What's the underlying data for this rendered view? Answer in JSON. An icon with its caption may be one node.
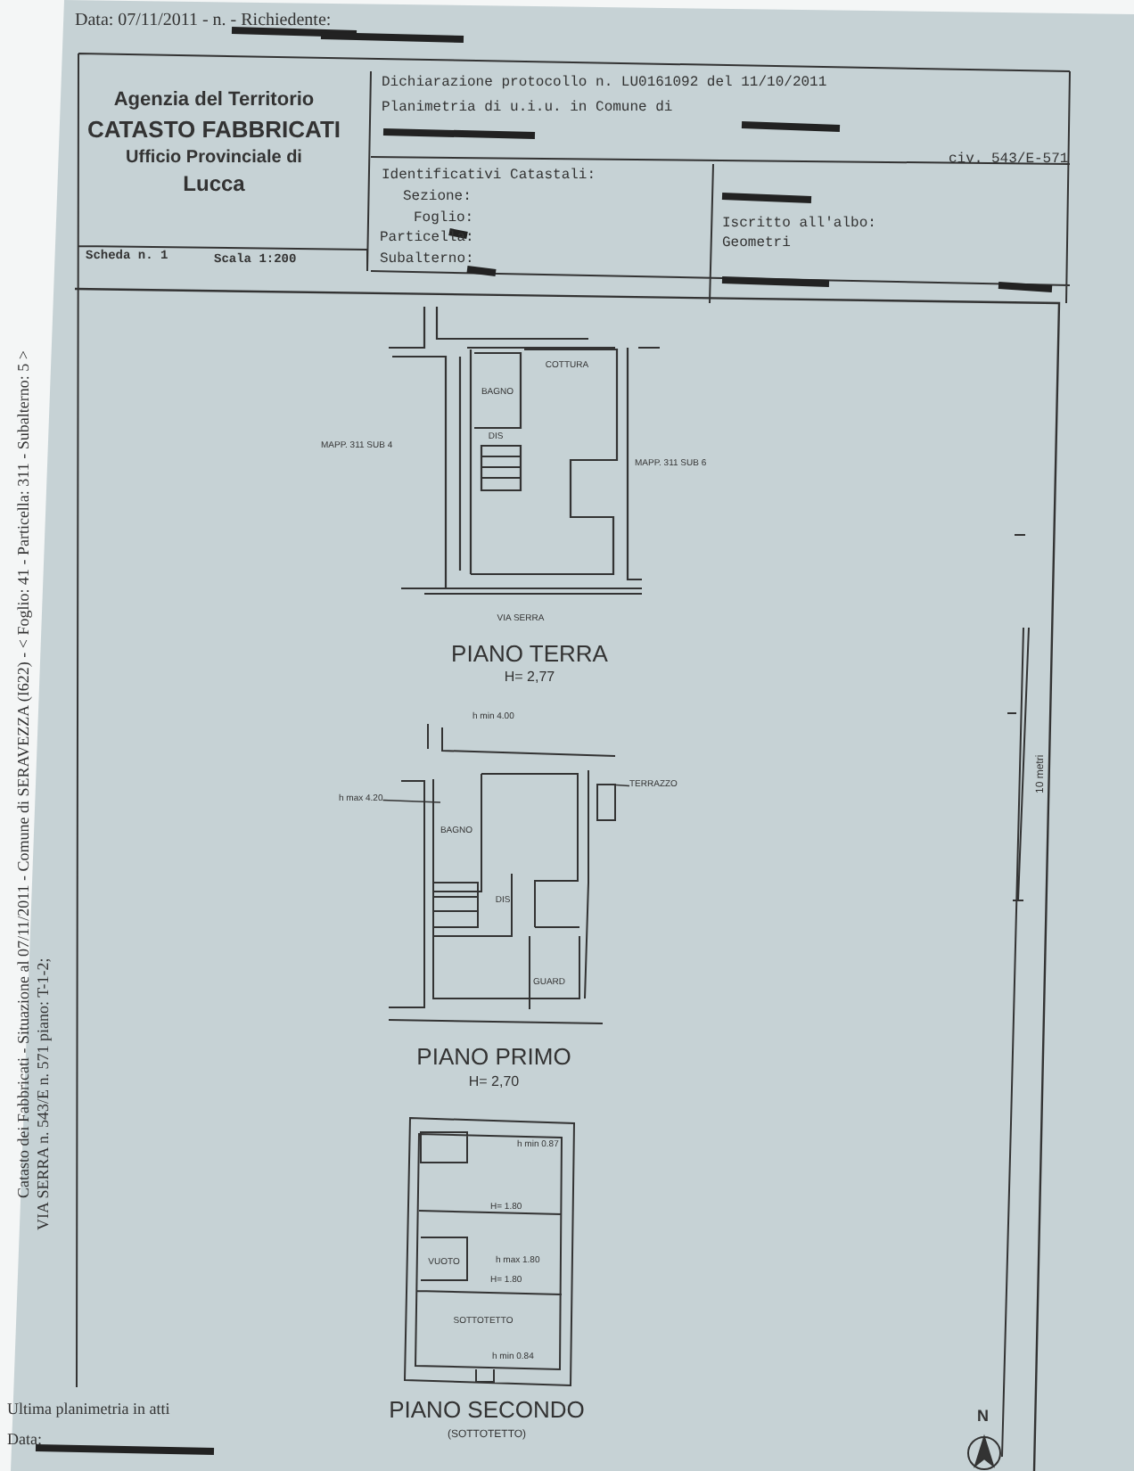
{
  "diagram": {
    "nodes": [
      {
        "text": [
          "h max 4.20"
        ]
      },
      {
        "text": [
          "TERRAZZO"
        ]
      }
    ],
    "edges": [
      {
        "from": 0,
        "to": null,
        "arrow": "none"
      },
      {
        "from": 1,
        "to": null,
        "arrow": "none"
      }
    ],
    "labels": [
      "Data: 07/11/2011 - n. - Richiedente:",
      "Agenzia del Territorio",
      "CATASTO FABBRICATI",
      "Ufficio Provinciale di",
      "Lucca",
      "Dichiarazione protocollo n. LU0161092 del 11/10/2011",
      "Planimetria di u.i.u. in Comune di",
      "civ. 543/E-571",
      "Identificativi Catastali:",
      "Sezione:",
      "Foglio:",
      "Particella:",
      "Subalterno:",
      "Iscritto all'albo:",
      "Geometri",
      "Scheda n. 1",
      "Scala 1:200",
      "COTTURA",
      "BAGNO",
      "DIS",
      "MAPP. 311 SUB 4",
      "MAPP. 311 SUB 6",
      "VIA SERRA",
      "PIANO TERRA",
      "H= 2,77",
      "h min 4.00",
      "BAGNO",
      "DIS",
      "GUARD",
      "PIANO PRIMO",
      "H= 2,70",
      "h min 0.87",
      "H= 1.80",
      "VUOTO",
      "h max 1.80",
      "H= 1.80",
      "SOTTOTETTO",
      "h min 0.84",
      "PIANO SECONDO",
      "(SOTTOTETTO)",
      "10 metri",
      "N",
      "Catasto dei Fabbricati - Situazione al 07/11/2011 - Comune di SERAVEZZA (I622) - < Foglio: 41 - Particella: 311 - Subalterno: 5 >",
      "VIA SERRA n. 543/E n. 571 piano: T-1-2;",
      "Ultima planimetria in atti",
      "Data:"
    ]
  }
}
